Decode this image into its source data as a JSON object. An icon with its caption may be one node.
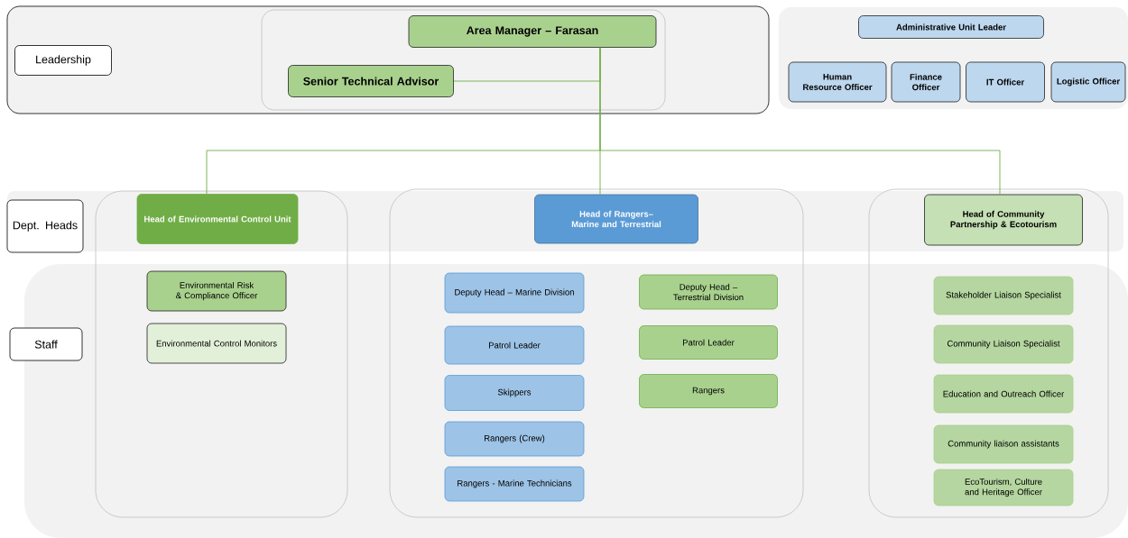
{
  "diagram": {
    "nodes": [
      {
        "text": [
          "Leadership"
        ]
      },
      {
        "text": [
          "Area Manager – Farasan"
        ]
      },
      {
        "text": [
          "Senior Technical Advisor"
        ]
      },
      {
        "text": [
          "Administrative Unit Leader"
        ]
      },
      {
        "text": [
          "Human Resource Officer"
        ]
      },
      {
        "text": [
          "Finance Officer"
        ]
      },
      {
        "text": [
          "IT Officer"
        ]
      },
      {
        "text": [
          "Logistic Officer"
        ]
      },
      {
        "text": [
          "Dept. Heads"
        ]
      },
      {
        "text": [
          "Head of Environmental Control Unit"
        ]
      },
      {
        "text": [
          "Head of Rangers– Marine and Terrestrial"
        ]
      },
      {
        "text": [
          "Head of Community Partnership & Ecotourism"
        ]
      },
      {
        "text": [
          "Staff"
        ]
      },
      {
        "text": [
          "Environmental Risk & Compliance Officer"
        ]
      },
      {
        "text": [
          "Environmental Control Monitors"
        ]
      },
      {
        "text": [
          "Deputy Head – Marine Division"
        ]
      },
      {
        "text": [
          "Patrol Leader"
        ]
      },
      {
        "text": [
          "Skippers"
        ]
      },
      {
        "text": [
          "Rangers (Crew)"
        ]
      },
      {
        "text": [
          "Rangers - Marine Technicians"
        ]
      },
      {
        "text": [
          "Deputy Head – Terrestrial Division"
        ]
      },
      {
        "text": [
          "Patrol Leader"
        ]
      },
      {
        "text": [
          "Rangers"
        ]
      },
      {
        "text": [
          "Stakeholder Liaison Specialist"
        ]
      },
      {
        "text": [
          "Community Liaison Specialist"
        ]
      },
      {
        "text": [
          "Education and Outreach Officer"
        ]
      },
      {
        "text": [
          "Community liaison assistants"
        ]
      },
      {
        "text": [
          "EcoTourism, Culture and Heritage Officer"
        ]
      }
    ],
    "edges": [
      {
        "from": 2,
        "to": 1,
        "arrow": "none"
      },
      {
        "from": 1,
        "to": 9,
        "arrow": "none"
      },
      {
        "from": 1,
        "to": 10,
        "arrow": "none"
      },
      {
        "from": 1,
        "to": 11,
        "arrow": "none"
      }
    ]
  }
}
